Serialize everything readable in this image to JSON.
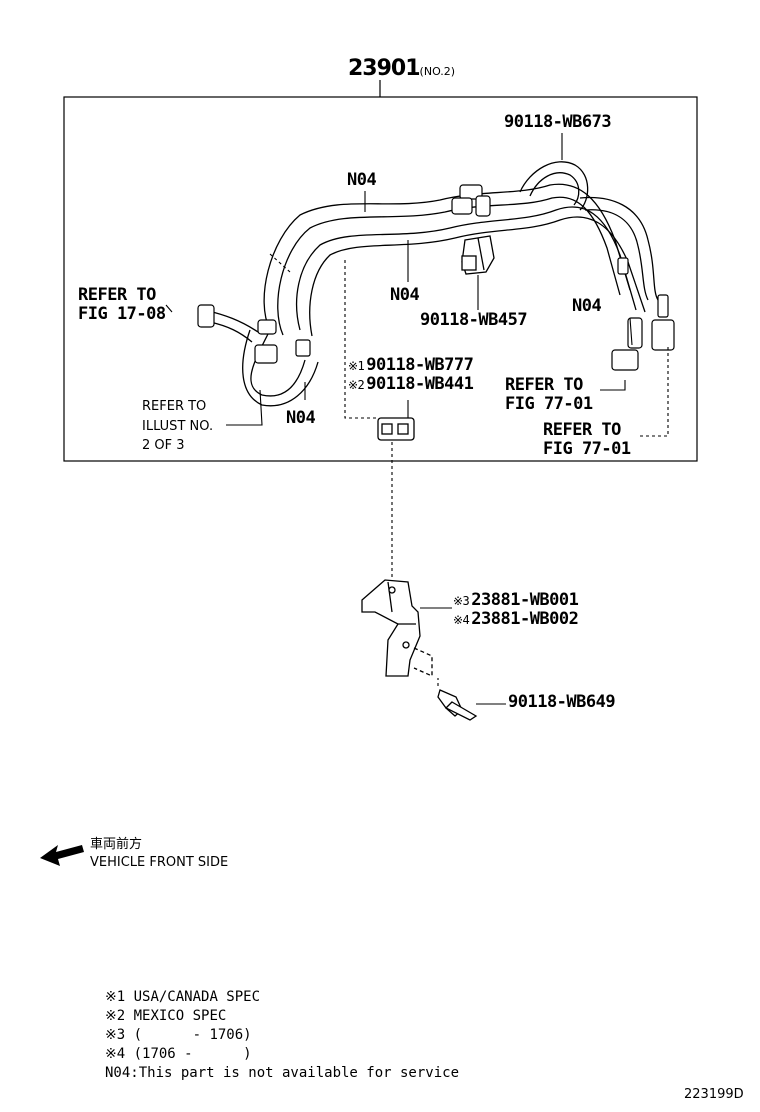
{
  "assembly": {
    "number": "23901",
    "variant": "(NO.2)"
  },
  "callouts": {
    "wb673": "90118-WB673",
    "n04_top": "N04",
    "n04_mid": "N04",
    "n04_right": "N04",
    "n04_left": "N04",
    "wb457": "90118-WB457",
    "refer_1708_line1": "REFER TO",
    "refer_1708_line2": "FIG 17-08",
    "wb777_mark": "※1",
    "wb777": "90118-WB777",
    "wb441_mark": "※2",
    "wb441": "90118-WB441",
    "refer_7701a_line1": "REFER TO",
    "refer_7701a_line2": "FIG 77-01",
    "refer_7701b_line1": "REFER TO",
    "refer_7701b_line2": "FIG 77-01",
    "illust_line1": "REFER TO",
    "illust_line2": "ILLUST NO.",
    "illust_line3": "2 OF 3",
    "wb001_mark": "※3",
    "wb001": "23881-WB001",
    "wb002_mark": "※4",
    "wb002": "23881-WB002",
    "wb649": "90118-WB649"
  },
  "front": {
    "japanese": "車両前方",
    "english": "VEHICLE FRONT SIDE"
  },
  "notes": [
    "※1 USA/CANADA SPEC",
    "※2 MEXICO SPEC",
    "※3 (      - 1706)",
    "※4 (1706 -      )",
    "N04:This part is not available for service"
  ],
  "figure_id": "223199D"
}
